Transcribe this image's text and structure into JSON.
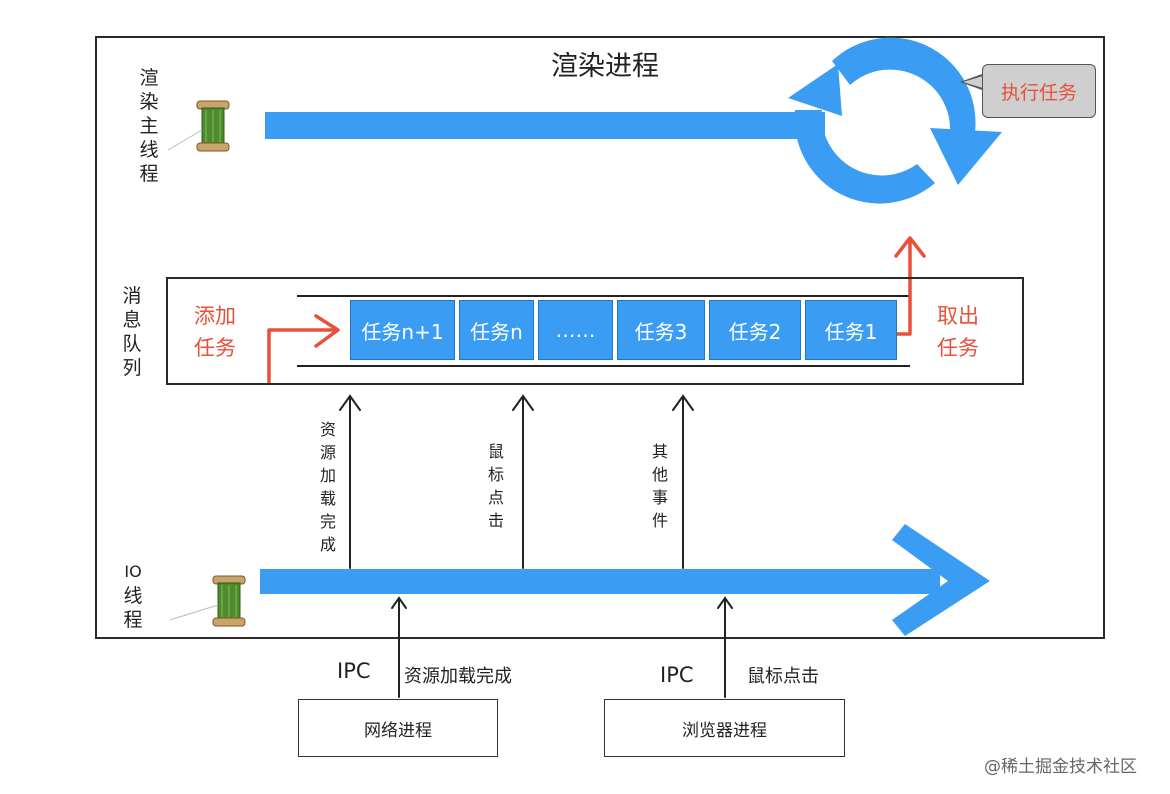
{
  "title": "渲染进程",
  "render_thread_label": [
    "渲",
    "染",
    "主",
    "线",
    "程"
  ],
  "message_queue_label": [
    "消",
    "息",
    "队",
    "列"
  ],
  "io_thread_label": [
    "IO",
    "线",
    "程"
  ],
  "execute_task": "执行任务",
  "add_task": [
    "添加",
    "任务"
  ],
  "take_task": [
    "取出",
    "任务"
  ],
  "tasks": [
    "任务n+1",
    "任务n",
    "……",
    "任务3",
    "任务2",
    "任务1"
  ],
  "events": [
    {
      "chars": [
        "资",
        "源",
        "加",
        "载",
        "完",
        "成"
      ]
    },
    {
      "chars": [
        "鼠",
        "标",
        "点",
        "击"
      ]
    },
    {
      "chars": [
        "其",
        "他",
        "事",
        "件"
      ]
    }
  ],
  "ipc_left": {
    "ipc": "IPC",
    "desc": "资源加载完成",
    "process": "网络进程"
  },
  "ipc_right": {
    "ipc": "IPC",
    "desc": "鼠标点击",
    "process": "浏览器进程"
  },
  "watermark": "@稀土掘金技术社区",
  "colors": {
    "blue": "#3a9cf3",
    "red": "#e8503a",
    "spool_green": "#4e8a2e",
    "spool_wood": "#c9a46a"
  },
  "icons": [
    "thread-spool-icon",
    "cycle-arrows-icon"
  ]
}
